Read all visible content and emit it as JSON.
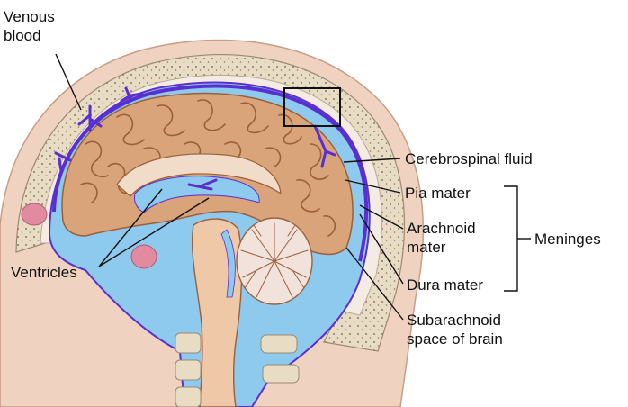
{
  "labels": {
    "venous_blood_line1": "Venous",
    "venous_blood_line2": "blood",
    "cerebrospinal_fluid": "Cerebrospinal fluid",
    "pia_mater": "Pia mater",
    "arachnoid_mater_line1": "Arachnoid",
    "arachnoid_mater_line2": "mater",
    "meninges": "Meninges",
    "dura_mater": "Dura mater",
    "ventricles": "Ventricles",
    "subarachnoid_line1": "Subarachnoid",
    "subarachnoid_line2": "space of brain"
  },
  "colors": {
    "skin": "#efd2bf",
    "bone": "#e8dcc4",
    "bone_dots": "#8a7a66",
    "dura": "#f4ece3",
    "csf": "#8ec9ee",
    "venous": "#5a2fd0",
    "brain": "#d9a47a",
    "brain_outline": "#9b5f3a",
    "cerebellum": "#f1e2dc",
    "leader_line": "#111111"
  }
}
